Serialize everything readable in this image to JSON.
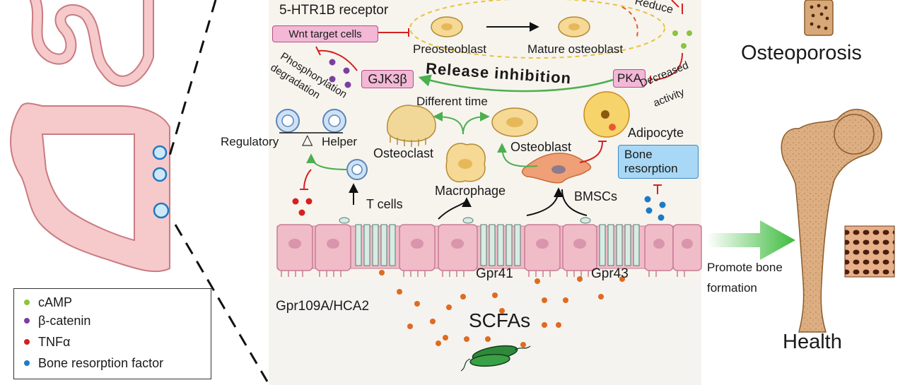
{
  "labels": {
    "receptor": "5-HTR1B receptor",
    "wnt": "Wnt target cells",
    "preosteoblast": "Preosteoblast",
    "mature_osteoblast": "Mature osteoblast",
    "reduce": "Reduce",
    "gjk3b": "GJK3β",
    "release_inhibition": "Release inhibition",
    "pka": "PKA",
    "phosphorylation": "Phosphorylation",
    "degradation": "degradation",
    "decreased": "Decreased",
    "activity": "activity",
    "different_time": "Different time",
    "regulatory": "Regulatory",
    "helper": "Helper",
    "osteoclast": "Osteoclast",
    "osteoblast": "Osteoblast",
    "adipocyte": "Adipocyte",
    "bone_resorption_1": "Bone",
    "bone_resorption_2": "resorption",
    "macrophage": "Macrophage",
    "bmscs": "BMSCs",
    "t_cells": "T cells",
    "gpr41": "Gpr41",
    "gpr43": "Gpr43",
    "gpr109a": "Gpr109A/HCA2",
    "scfas": "SCFAs",
    "promote_1": "Promote bone",
    "promote_2": "formation",
    "osteoporosis": "Osteoporosis",
    "health": "Health"
  },
  "legend": [
    {
      "label": "cAMP",
      "color": "#8bc43f"
    },
    {
      "label": "β-catenin",
      "color": "#7b3fa0"
    },
    {
      "label": "TNFα",
      "color": "#d62020"
    },
    {
      "label": "Bone resorption factor",
      "color": "#1f7ac4"
    }
  ],
  "colors": {
    "gut": "#f6c9cb",
    "gut_stroke": "#c97b80",
    "panel_bg": "#f7f4ee",
    "membrane_cell": "#f0bcc8",
    "receptor": "#d6ece4",
    "green_arrow": "#4caf50",
    "inhibit_red": "#d62020",
    "gjk_box": "#f2b8d6",
    "bone_resorption_box": "#a8d8f5",
    "bone": "#d9a878"
  }
}
